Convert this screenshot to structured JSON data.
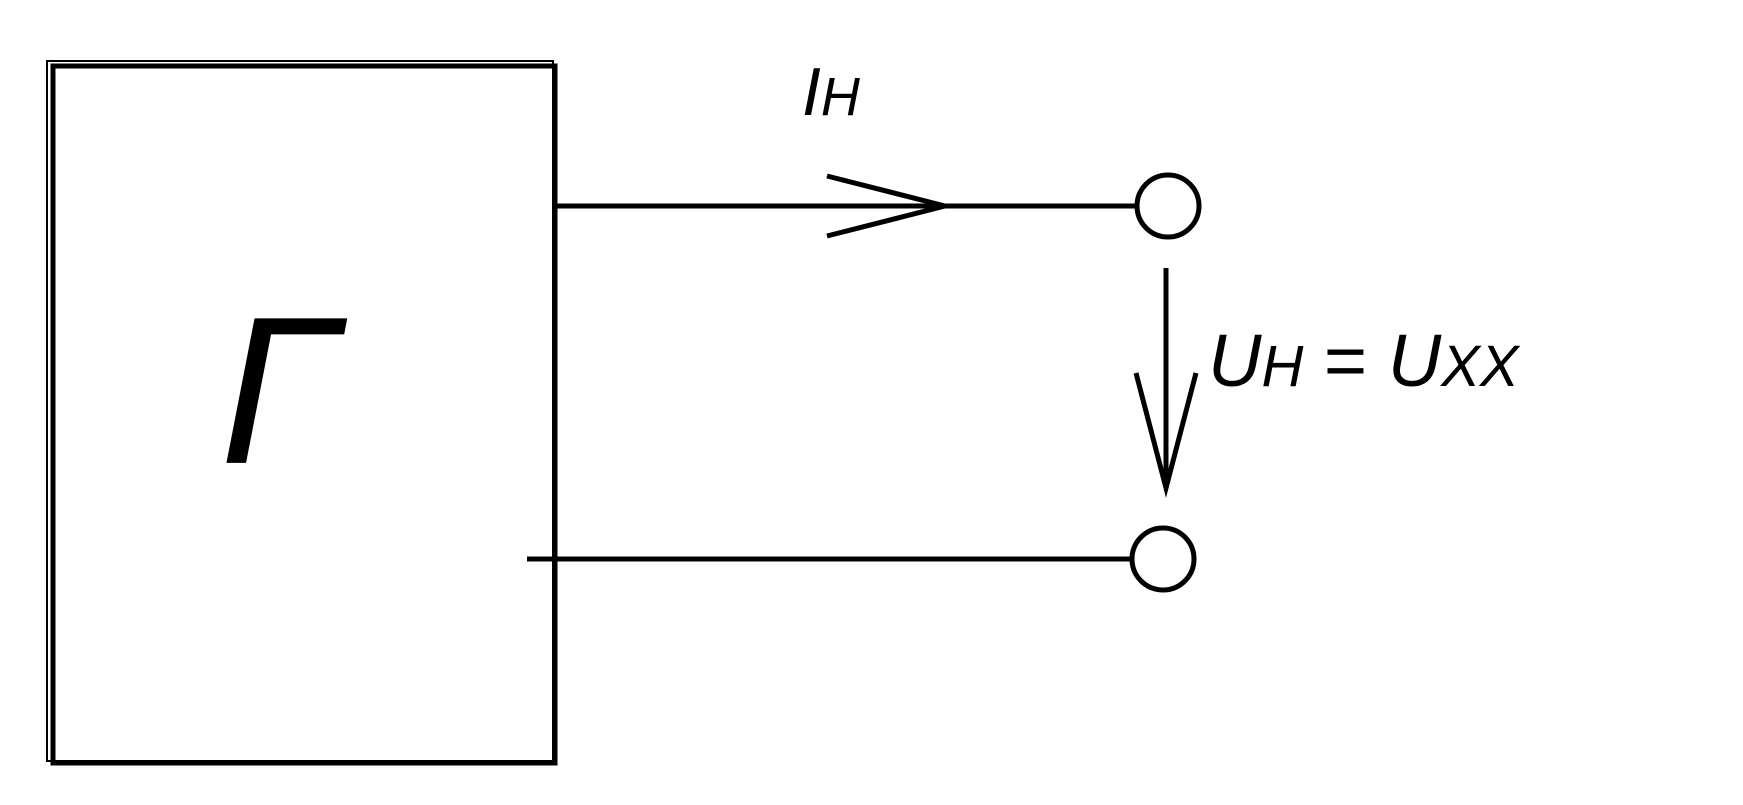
{
  "generator": {
    "symbol": "Г"
  },
  "labels": {
    "current_main": "I",
    "current_sub": "Н",
    "voltage_main": "U",
    "voltage_sub": "Н",
    "equals": " = ",
    "voltage_rhs_main": "U",
    "voltage_rhs_sub": "XX"
  },
  "colors": {
    "line": "#000000",
    "background": "#ffffff"
  }
}
